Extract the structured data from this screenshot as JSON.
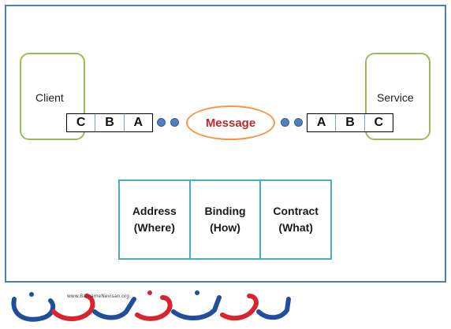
{
  "diagram": {
    "client_label": "Client",
    "service_label": "Service",
    "client_stack": [
      "C",
      "B",
      "A"
    ],
    "service_stack": [
      "A",
      "B",
      "C"
    ],
    "message_label": "Message",
    "abc": [
      {
        "title": "Address",
        "subtitle": "(Where)"
      },
      {
        "title": "Binding",
        "subtitle": "(How)"
      },
      {
        "title": "Contract",
        "subtitle": "(What)"
      }
    ]
  },
  "watermark": {
    "url": "www.BarnameNevisan.org"
  },
  "colors": {
    "frame": "#4a7ebb",
    "party_border": "#9bbb59",
    "message_border": "#f79646",
    "message_text": "#c0272d",
    "abc_border": "#4bacc6",
    "dot": "#4f81bd",
    "logo_blue": "#1f4e9c",
    "logo_red": "#d9232d"
  }
}
